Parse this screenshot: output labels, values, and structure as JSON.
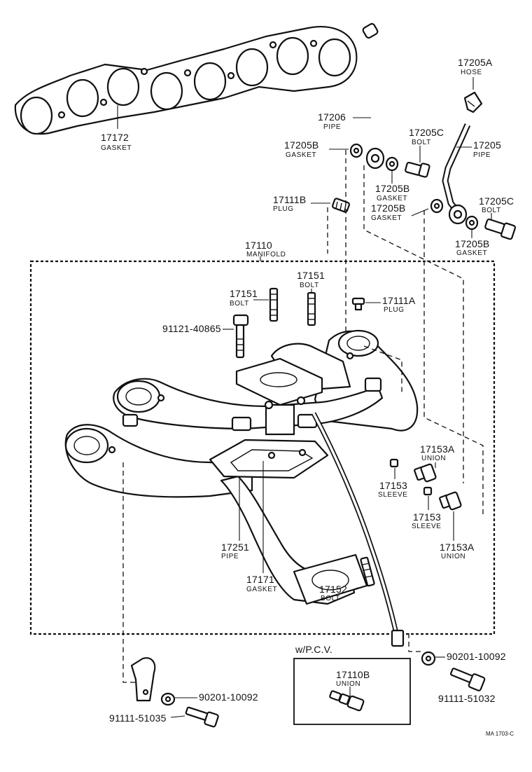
{
  "labels": {
    "p17172": {
      "number": "17172",
      "name": "GASKET"
    },
    "p17206": {
      "number": "17206",
      "name": "PIPE"
    },
    "p17205A": {
      "number": "17205A",
      "name": "HOSE"
    },
    "p17205": {
      "number": "17205",
      "name": "PIPE"
    },
    "p17205C_1": {
      "number": "17205C",
      "name": "BOLT"
    },
    "p17205B_1": {
      "number": "17205B",
      "name": "GASKET"
    },
    "p17205B_2": {
      "number": "17205B",
      "name": "GASKET"
    },
    "p17205B_3": {
      "number": "17205B",
      "name": "GASKET"
    },
    "p17205C_2": {
      "number": "17205C",
      "name": "BOLT"
    },
    "p17205B_4": {
      "number": "17205B",
      "name": "GASKET"
    },
    "p17111B": {
      "number": "17111B",
      "name": "PLUG"
    },
    "p17110": {
      "number": "17110",
      "name": "MANIFOLD"
    },
    "p17151_1": {
      "number": "17151",
      "name": "BOLT"
    },
    "p17151_2": {
      "number": "17151",
      "name": "BOLT"
    },
    "p17111A": {
      "number": "17111A",
      "name": "PLUG"
    },
    "p91121": {
      "number": "91121-40865"
    },
    "p17153A_1": {
      "number": "17153A",
      "name": "UNION"
    },
    "p17153_1": {
      "number": "17153",
      "name": "SLEEVE"
    },
    "p17153_2": {
      "number": "17153",
      "name": "SLEEVE"
    },
    "p17153A_2": {
      "number": "17153A",
      "name": "UNION"
    },
    "p17251": {
      "number": "17251",
      "name": "PIPE"
    },
    "p17171": {
      "number": "17171",
      "name": "GASKET"
    },
    "p17152": {
      "number": "17152",
      "name": "BOLT"
    },
    "p17110B": {
      "number": "17110B",
      "name": "UNION"
    },
    "p90201_1": {
      "number": "90201-10092"
    },
    "p90201_2": {
      "number": "90201-10092"
    },
    "p91111_1": {
      "number": "91111-51032"
    },
    "p91111_2": {
      "number": "91111-51035"
    }
  },
  "pcv_caption": "w/P.C.V.",
  "catalog_code": "MA 1703-C"
}
